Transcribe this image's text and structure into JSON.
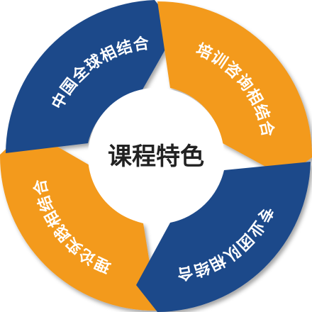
{
  "diagram": {
    "center_title": "课程特色",
    "segments": [
      {
        "id": "top-left",
        "label": "中国全球相结合",
        "color": "#1f4a8a"
      },
      {
        "id": "top-right",
        "label": "培训咨询相结合",
        "color": "#f39a1e"
      },
      {
        "id": "bottom-right",
        "label": "专业团队相结合",
        "color": "#1f4a8a"
      },
      {
        "id": "bottom-left",
        "label": "理论实践相结合",
        "color": "#f39a1e"
      }
    ]
  }
}
